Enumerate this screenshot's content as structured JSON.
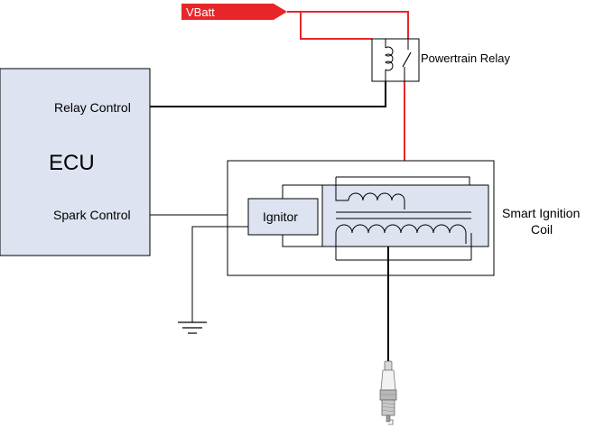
{
  "vbatt_label": "VBatt",
  "ecu": {
    "title": "ECU",
    "relay_control_label": "Relay Control",
    "spark_control_label": "Spark Control"
  },
  "relay": {
    "label": "Powertrain Relay"
  },
  "coil": {
    "label_line1": "Smart Ignition",
    "label_line2": "Coil",
    "ignitor_label": "Ignitor"
  },
  "colors": {
    "power_wire": "#e8262a",
    "signal_wire": "#000000",
    "box_fill": "#dde3f0",
    "box_stroke": "#000000"
  }
}
